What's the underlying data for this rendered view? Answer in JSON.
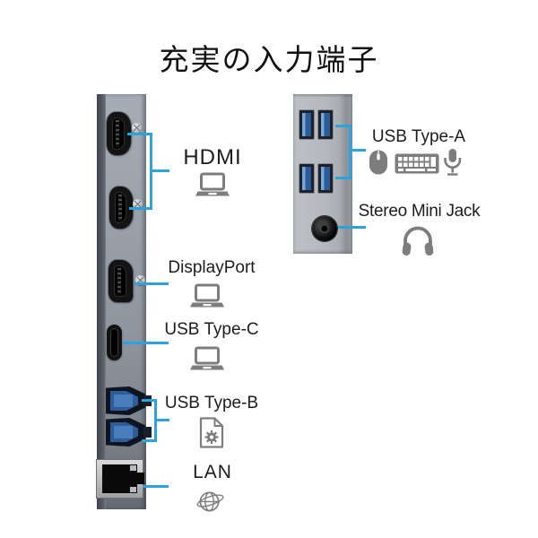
{
  "title": "充実の入力端子",
  "colors": {
    "accent_blue": "#2BA3DC",
    "icon_gray": "#7D7D7D",
    "label_text": "#1C1C1C"
  },
  "left_panel": {
    "sections": [
      {
        "label": "HDMI",
        "icon": "laptop-icon",
        "ports": 2
      },
      {
        "label": "DisplayPort",
        "icon": "laptop-icon",
        "ports": 1
      },
      {
        "label": "USB Type-C",
        "icon": "laptop-icon",
        "ports": 1
      },
      {
        "label": "USB Type-B",
        "icon": "document-gear-icon",
        "ports": 2
      },
      {
        "label": "LAN",
        "icon": "globe-icon",
        "ports": 1
      }
    ]
  },
  "right_panel": {
    "sections": [
      {
        "label": "USB Type-A",
        "icons": [
          "mouse-icon",
          "keyboard-icon",
          "microphone-icon"
        ],
        "ports": 4
      },
      {
        "label": "Stereo Mini Jack",
        "icons": [
          "headphones-icon"
        ],
        "ports": 1
      }
    ]
  }
}
